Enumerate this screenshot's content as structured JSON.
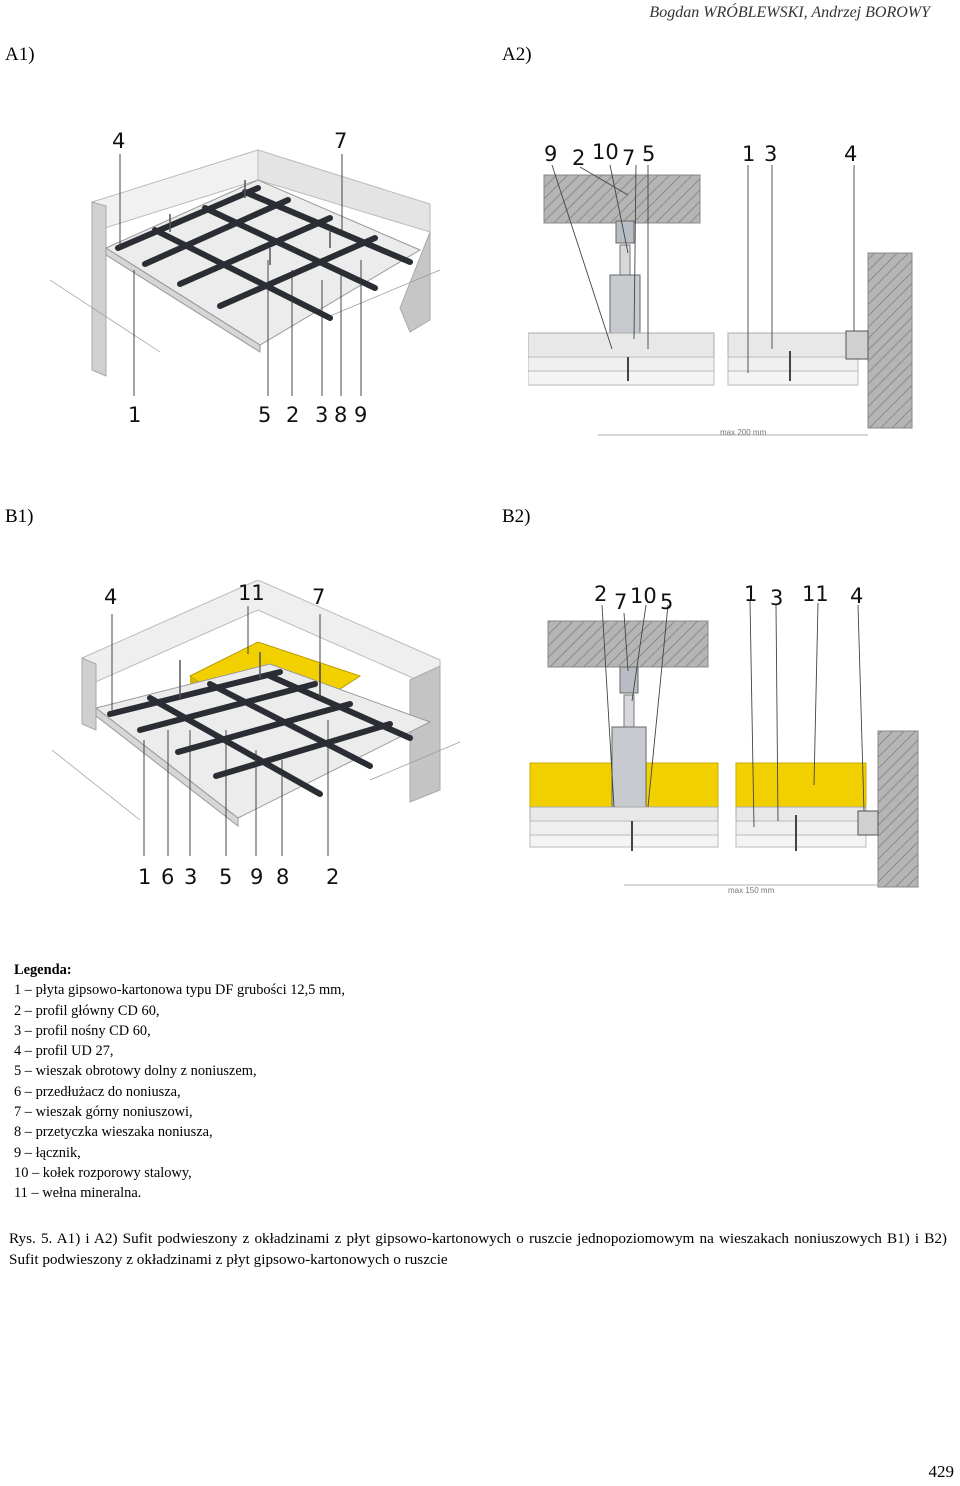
{
  "header": {
    "authors": "Bogdan WRÓBLEWSKI, Andrzej BOROWY"
  },
  "panels": {
    "a1": {
      "label": "A1)",
      "callouts_top": [
        "4",
        "7"
      ],
      "callouts_bottom": [
        "1",
        "5",
        "2",
        "3",
        "8",
        "9"
      ]
    },
    "a2": {
      "label": "A2)",
      "callouts_top": [
        "9",
        "2",
        "10",
        "7",
        "5",
        "1",
        "3",
        "4"
      ],
      "dimension": "max 200 mm"
    },
    "b1": {
      "label": "B1)",
      "callouts_top": [
        "4",
        "11",
        "7"
      ],
      "callouts_bottom": [
        "1",
        "6",
        "3",
        "5",
        "9",
        "8",
        "2"
      ]
    },
    "b2": {
      "label": "B2)",
      "callouts_top": [
        "2",
        "7",
        "10",
        "5",
        "1",
        "3",
        "11",
        "4"
      ],
      "dimension": "max 150 mm"
    }
  },
  "legend": {
    "title": "Legenda:",
    "items": [
      "1 – płyta gipsowo-kartonowa typu DF grubości 12,5 mm,",
      "2 – profil główny CD 60,",
      "3 – profil nośny CD 60,",
      "4 – profil UD 27,",
      "5 – wieszak obrotowy dolny z noniuszem,",
      "6 – przedłużacz do noniusza,",
      "7 – wieszak górny noniuszowi,",
      "8 – przetyczka wieszaka noniusza,",
      "9 – łącznik,",
      "10 – kołek rozporowy stalowy,",
      "11 – wełna mineralna."
    ]
  },
  "caption": "Rys. 5. A1) i A2) Sufit podwieszony z okładzinami z płyt gipsowo-kartonowych o ruszcie jednopoziomowym na wieszakach noniuszowych B1) i B2) Sufit podwieszony z okładzinami z płyt gipsowo-kartonowych o ruszcie",
  "page_number": "429",
  "colors": {
    "profile": "#2a2d33",
    "insulation": "#f2d000",
    "wall": "#a9a9a9",
    "board": "#e6e6e6"
  }
}
